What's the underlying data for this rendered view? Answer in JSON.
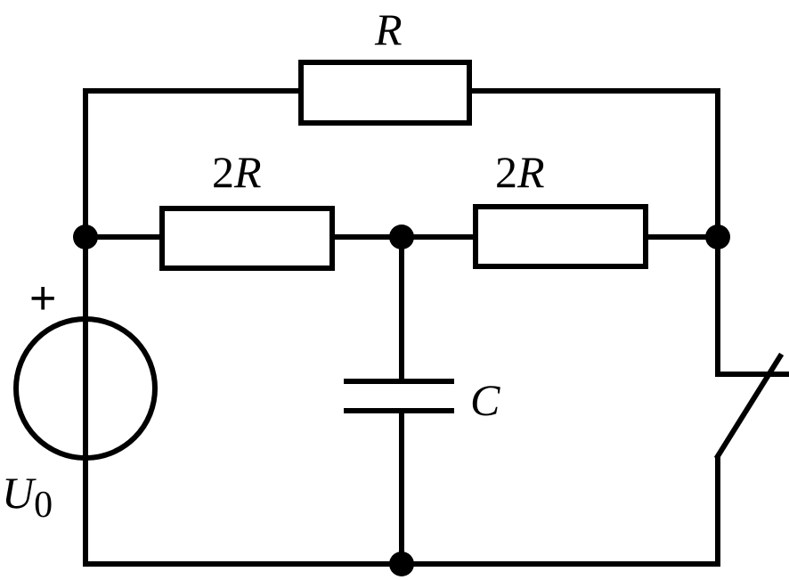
{
  "labels": {
    "top_resistor": "R",
    "left_resistor_coef": "2",
    "left_resistor_var": "R",
    "right_resistor_coef": "2",
    "right_resistor_var": "R",
    "capacitor": "C",
    "source_sign": "+",
    "source_name": "U",
    "source_subscript": "0"
  }
}
